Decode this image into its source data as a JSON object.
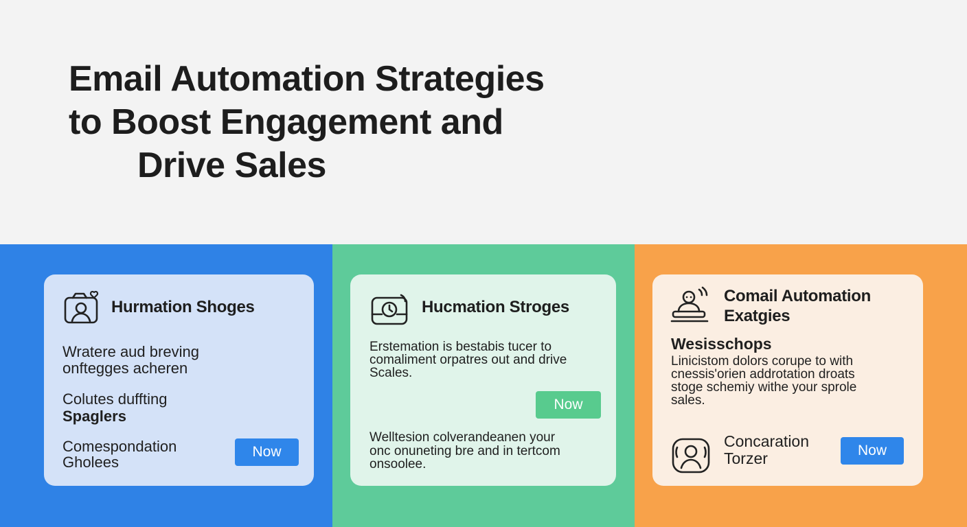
{
  "title": {
    "line1": "Email Automation Strategies",
    "line2": "to Boost Engagement and",
    "line3": "Drive Sales"
  },
  "colors": {
    "background": "#f3f3f3",
    "band_blue": "#2f82e6",
    "band_green": "#5ecb9a",
    "band_orange": "#f8a24a",
    "card_blue": "#d4e2f8",
    "card_green": "#e0f4ea",
    "card_orange": "#fbeee2",
    "button_blue": "#2f86ea",
    "button_green": "#58cb8e"
  },
  "cards": [
    {
      "icon": "user-photo-icon",
      "heading": "Hurmation Shoges",
      "item1_line1": "Wratere aud breving",
      "item1_line2": "onftegges acheren",
      "item2_line1": "Colutes duffting",
      "item2_line2": "Spaglers",
      "item3_line1": "Comespondation",
      "item3_line2": "Gholees",
      "button": "Now"
    },
    {
      "icon": "camera-timer-icon",
      "heading": "Hucmation Stroges",
      "para1_line1": "Erstemation is bestabis tucer to",
      "para1_line2": "comaliment orpatres out and drive",
      "para1_line3": "Scales.",
      "button": "Now",
      "para2_line1": "Welltesion colverandeanen your",
      "para2_line2": "onc onuneting bre and in tertcom",
      "para2_line3": "onsoolee."
    },
    {
      "icon": "user-desk-icon",
      "heading_line1": "Comail Automation",
      "heading_line2": "Exatgies",
      "subheading": "Wesisschops",
      "para_line1": "Linicistom dolors corupe to with",
      "para_line2": "cnessis'orien addrotation droats",
      "para_line3": "stoge schemiy withe your sprole",
      "para_line4": "sales.",
      "footer_icon": "face-frame-icon",
      "footer_line1": "Concaration",
      "footer_line2": "Torzer",
      "button": "Now"
    }
  ]
}
